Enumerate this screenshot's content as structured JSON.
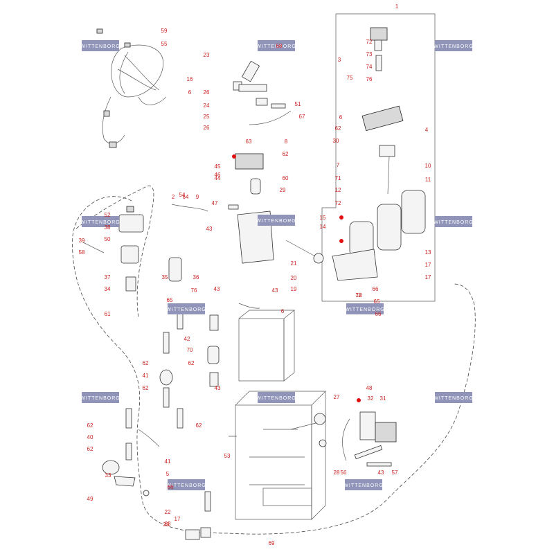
{
  "watermark": "WITTENBORG",
  "callouts": [
    "1",
    "2",
    "3",
    "4",
    "5",
    "6",
    "6",
    "6",
    "7",
    "8",
    "9",
    "10",
    "11",
    "12",
    "13",
    "14",
    "15",
    "16",
    "17",
    "17",
    "17",
    "18",
    "19",
    "20",
    "21",
    "22",
    "23",
    "23",
    "24",
    "25",
    "26",
    "26",
    "27",
    "28",
    "29",
    "30",
    "31",
    "32",
    "33",
    "34",
    "35",
    "36",
    "37",
    "38",
    "39",
    "40",
    "41",
    "41",
    "42",
    "43",
    "43",
    "43",
    "43",
    "43",
    "44",
    "45",
    "46",
    "47",
    "48",
    "49",
    "50",
    "51",
    "52",
    "53",
    "54",
    "55",
    "56",
    "57",
    "58",
    "59",
    "60",
    "61",
    "62",
    "62",
    "62",
    "62",
    "62",
    "62",
    "62",
    "62",
    "63",
    "63",
    "64",
    "65",
    "65",
    "66",
    "66",
    "66",
    "67",
    "68",
    "69",
    "70",
    "71",
    "72",
    "72",
    "72",
    "73",
    "74",
    "75",
    "76",
    "76",
    "77"
  ],
  "colors": {
    "callout": "#cc1f1f",
    "watermark_bg": "#8f94b8",
    "line": "#333333",
    "marker": "#e01010"
  }
}
